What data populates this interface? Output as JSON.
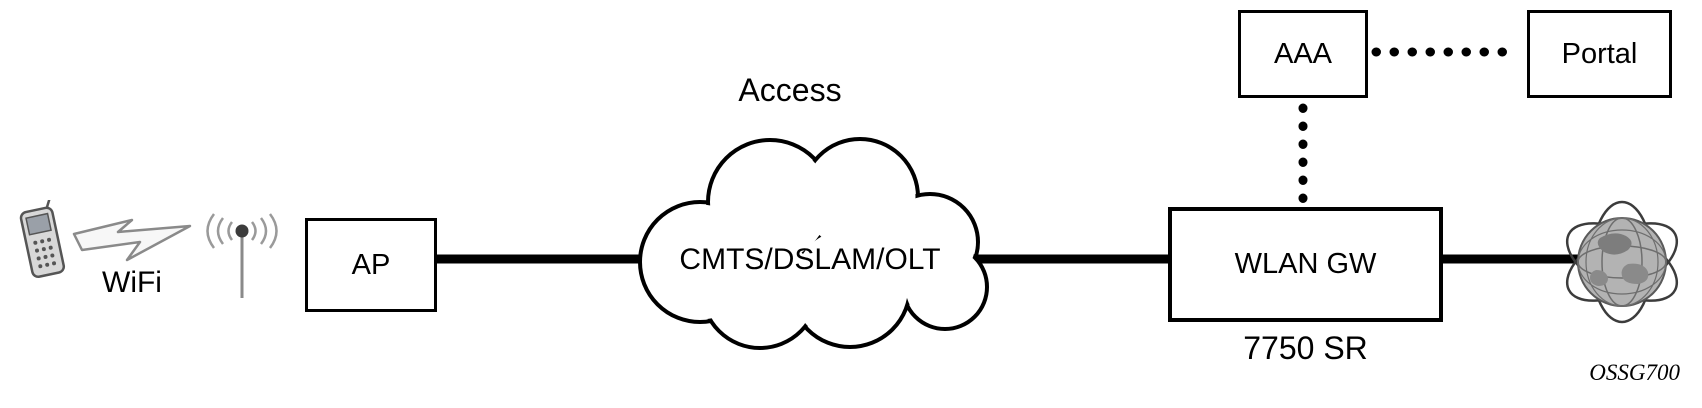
{
  "labels": {
    "wifi": "WiFi",
    "access": "Access",
    "ap": "AP",
    "cloud": "CMTS/DSLAM/OLT",
    "wlan_gw": "WLAN GW",
    "wlan_gw_model": "7750 SR",
    "aaa": "AAA",
    "portal": "Portal",
    "watermark": "OSSG700"
  },
  "icons": {
    "phone": "mobile-phone-icon",
    "signal": "wifi-signal-icon",
    "antenna": "antenna-icon",
    "globe": "internet-globe-icon"
  },
  "colors": {
    "line": "#000000",
    "border": "#000000",
    "background": "#ffffff",
    "icon_gray": "#999999"
  }
}
